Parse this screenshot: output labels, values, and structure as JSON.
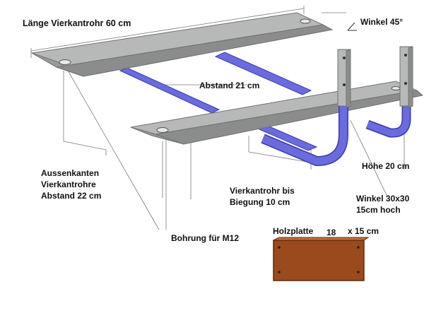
{
  "labels": {
    "length": "Länge Vierkantrohr 60 cm",
    "angle": "Winkel 45°",
    "spacing": "Abstand 21 cm",
    "height": "Höhe 20 cm",
    "outer_1": "Aussenkanten",
    "outer_2": "Vierkantrohre",
    "outer_3": "Abstand 22 cm",
    "tube_bend_1": "Vierkantrohr bis",
    "tube_bend_2": "Biegung 10 cm",
    "bracket_1": "Winkel 30x30",
    "bracket_2": "15cm hoch",
    "wood_a": "Holzplatte",
    "wood_b": "18",
    "wood_c": "x 15 cm",
    "drill": "Bohrung für M12"
  },
  "colors": {
    "steel": "#b7b9b8",
    "steel_dark": "#6f7270",
    "rod": "#6b6be0",
    "rod_dark": "#3b3ba8",
    "wood": "#9a4a1c"
  }
}
